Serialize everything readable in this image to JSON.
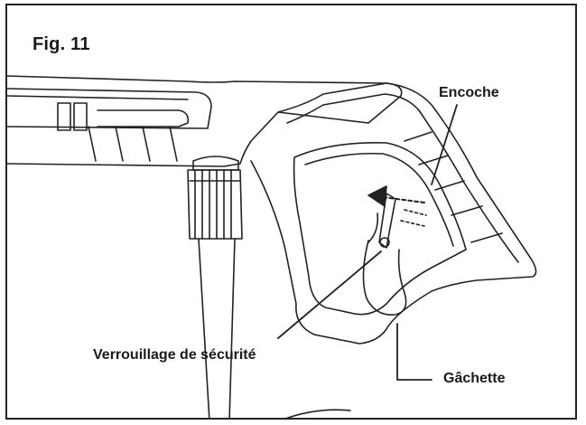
{
  "figure": {
    "title": "Fig. 11"
  },
  "callouts": {
    "notch": "Encoche",
    "safety_lock": "Verrouillage de sécurité",
    "trigger": "Gâchette"
  },
  "colors": {
    "line": "#222222",
    "text": "#1a1a1a",
    "background": "#ffffff"
  }
}
